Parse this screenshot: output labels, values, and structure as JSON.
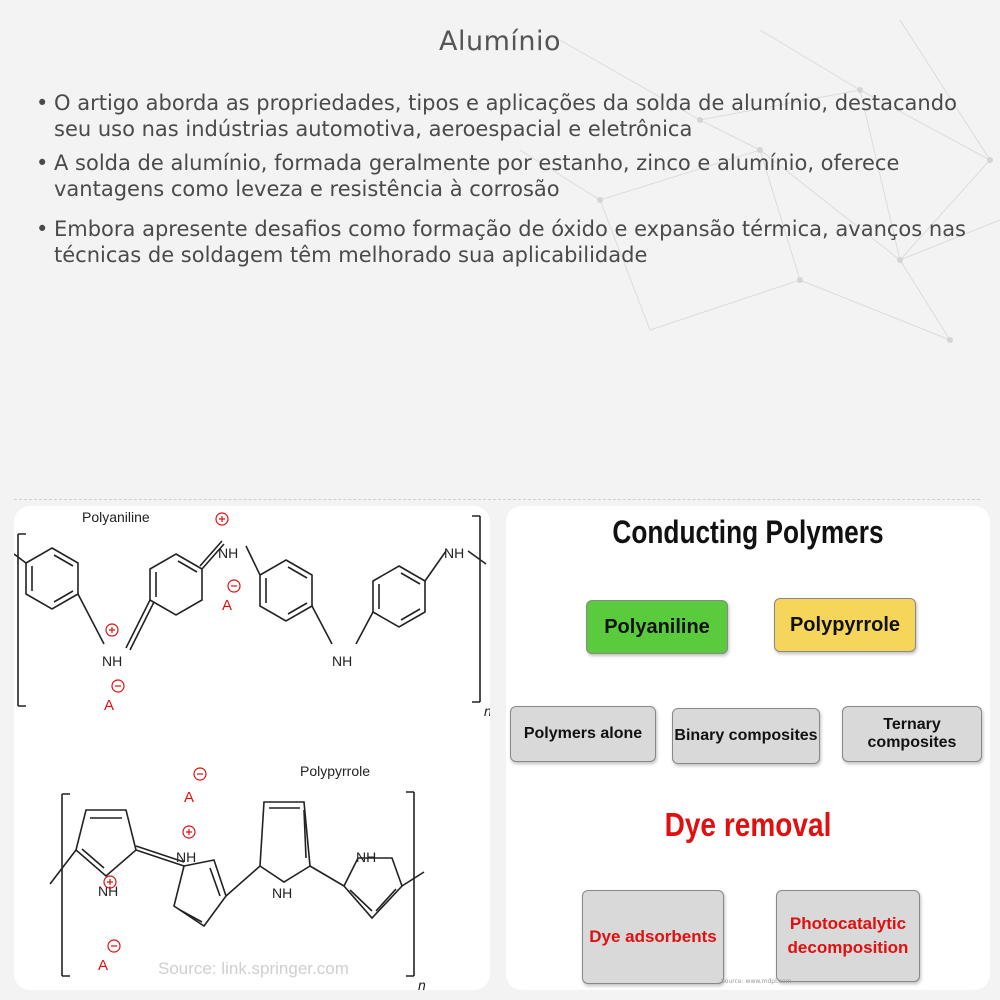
{
  "title": "Alumínio",
  "bullets": [
    "O artigo aborda as propriedades, tipos e aplicações da solda de alumínio, destacando seu uso nas indústrias automotiva, aeroespacial e eletrônica",
    "A solda de alumínio, formada geralmente por estanho, zinco e alumínio, oferece vantagens como leveza e resistência à corrosão",
    "Embora apresente desafios como formação de óxido e expansão térmica, avanços nas técnicas de soldagem têm melhorado sua aplicabilidade"
  ],
  "bullet_symbol": "•",
  "left_figure": {
    "polyaniline_label": "Polyaniline",
    "polypyrrole_label": "Polypyrrole",
    "nh": "NH",
    "n_sub": "n",
    "anion": "A",
    "source": "Source: link.springer.com",
    "charge_color": "#e01010"
  },
  "right_figure": {
    "title": "Conducting Polymers",
    "polyaniline": "Polyaniline",
    "polypyrrole": "Polypyrrole",
    "polymers_alone": "Polymers alone",
    "binary_composites": "Binary composites",
    "ternary_composites": "Ternary composites",
    "dye_removal": "Dye removal",
    "dye_adsorbents": "Dye adsorbents",
    "photocatalytic": "Photocatalytic decomposition",
    "source_note": "Source: www.mdpi.com",
    "colors": {
      "green": "#5acb3c",
      "yellow": "#f6d65a",
      "grey": "#d9d9d9",
      "red_text": "#e01010"
    }
  }
}
